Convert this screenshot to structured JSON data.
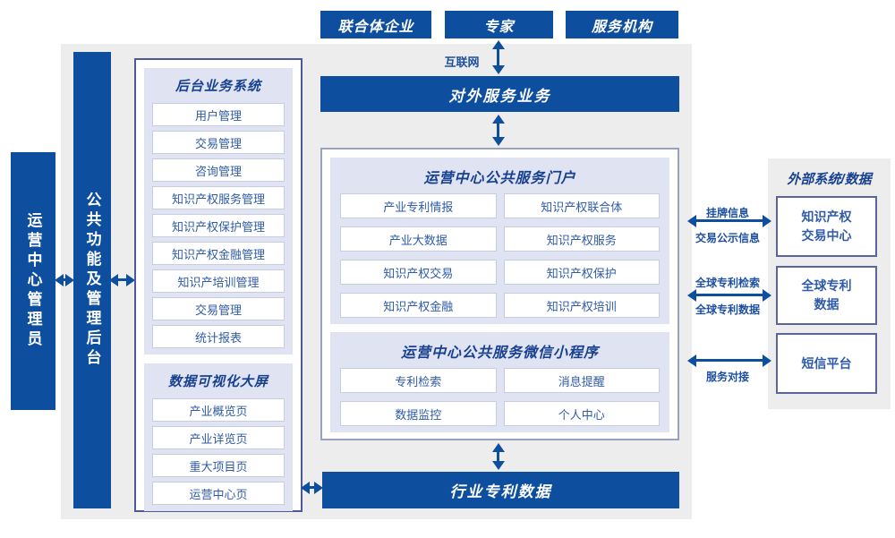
{
  "palette": {
    "primary_blue": "#0d4e9e",
    "panel_gray": "#ededee",
    "section_lavender": "#dfe3f2",
    "label_blue": "#1d50a0"
  },
  "actors": [
    {
      "label": "联合体企业"
    },
    {
      "label": "专家"
    },
    {
      "label": "服务机构"
    }
  ],
  "labels": {
    "internet": "互联网"
  },
  "bars": {
    "external_service": "对外服务业务",
    "industry_patent_data": "行业专利数据"
  },
  "rails": {
    "operator_admin": "运营中心管理员",
    "public_functions": "公共功能及管理后台"
  },
  "backend": {
    "title": "后台业务系统",
    "items": [
      "用户管理",
      "交易管理",
      "咨询管理",
      "知识产权服务管理",
      "知识产权保护管理",
      "知识产权金融管理",
      "知识产培训管理",
      "交易管理",
      "统计报表"
    ]
  },
  "dashboard": {
    "title": "数据可视化大屏",
    "items": [
      "产业概览页",
      "产业详览页",
      "重大项目页",
      "运营中心页"
    ]
  },
  "portal": {
    "title": "运营中心公共服务门户",
    "items": [
      "产业专利情报",
      "知识产权联合体",
      "产业大数据",
      "知识产权服务",
      "知识产权交易",
      "知识产权保护",
      "知识产权金融",
      "知识产权培训"
    ]
  },
  "miniprogram": {
    "title": "运营中心公共服务微信小程序",
    "items": [
      "专利检索",
      "消息提醒",
      "数据监控",
      "个人中心"
    ]
  },
  "external": {
    "title": "外部系统/数据",
    "systems": [
      "知识产权交易中心",
      "全球专利数据",
      "短信平台"
    ],
    "links": [
      {
        "above": "挂牌信息",
        "below": "交易公示信息"
      },
      {
        "above": "全球专利检索",
        "below": "全球专利数据"
      },
      {
        "above": "",
        "below": "服务对接"
      }
    ]
  }
}
